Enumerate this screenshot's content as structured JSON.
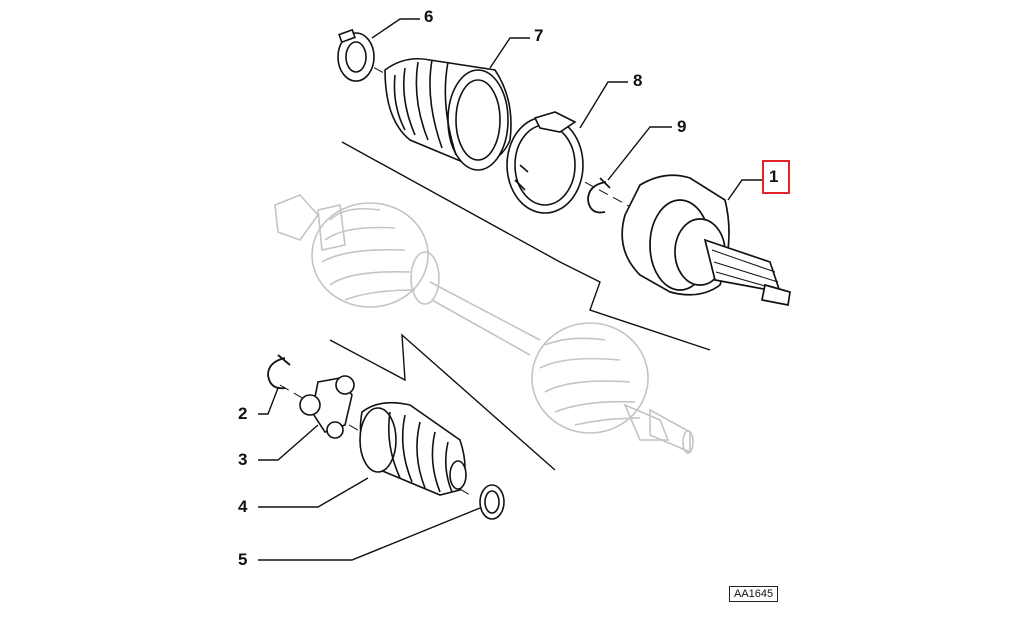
{
  "diagram": {
    "callouts": [
      {
        "id": "1",
        "text": "1",
        "highlighted": true
      },
      {
        "id": "2",
        "text": "2",
        "highlighted": false
      },
      {
        "id": "3",
        "text": "3",
        "highlighted": false
      },
      {
        "id": "4",
        "text": "4",
        "highlighted": false
      },
      {
        "id": "5",
        "text": "5",
        "highlighted": false
      },
      {
        "id": "6",
        "text": "6",
        "highlighted": false
      },
      {
        "id": "7",
        "text": "7",
        "highlighted": false
      },
      {
        "id": "8",
        "text": "8",
        "highlighted": false
      },
      {
        "id": "9",
        "text": "9",
        "highlighted": false
      }
    ],
    "drawing_code": "AA1645",
    "colors": {
      "ink": "#111111",
      "ghost": "#c9c9c9",
      "highlight": "#e0262a"
    }
  }
}
